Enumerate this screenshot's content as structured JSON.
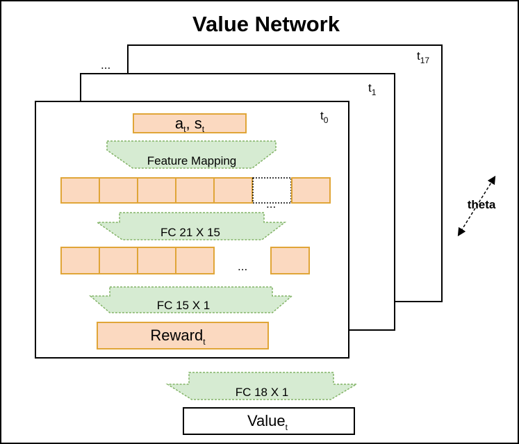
{
  "title": "Value Network",
  "frames": {
    "back": {
      "label": "t",
      "sub": "17"
    },
    "middle": {
      "label": "t",
      "sub": "1"
    },
    "front": {
      "label": "t",
      "sub": "0"
    },
    "stack_ellipsis": "..."
  },
  "front": {
    "input": {
      "a": "a",
      "a_sub": "t",
      "sep": ", ",
      "s": "s",
      "s_sub": "t"
    },
    "arrow1": "Feature Mapping",
    "row1_ellipsis": "...",
    "arrow2": "FC 21 X 15",
    "row2_ellipsis": "...",
    "arrow3": "FC 15 X 1",
    "reward": {
      "label": "Reward",
      "sub": "t"
    }
  },
  "theta": "theta",
  "bottom": {
    "arrow": "FC 18 X 1",
    "value": {
      "label": "Value",
      "sub": "t"
    }
  }
}
